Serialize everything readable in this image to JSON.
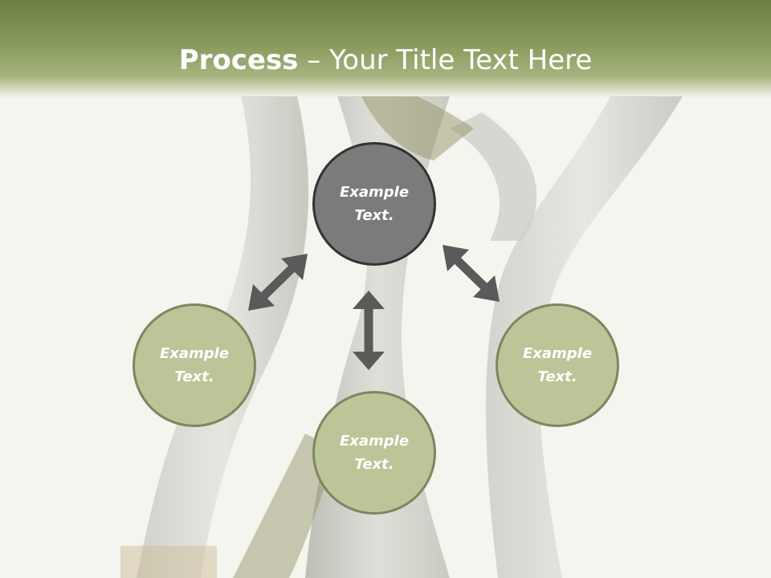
{
  "title": {
    "bold": "Process",
    "rest": " – Your Title Text Here"
  },
  "nodes": {
    "center": {
      "label": "Example\nText."
    },
    "left": {
      "label": "Example\nText."
    },
    "bottom": {
      "label": "Example\nText."
    },
    "right": {
      "label": "Example\nText."
    }
  },
  "colors": {
    "header": "#7d9150",
    "node_fill": "#bcc597",
    "node_border": "#7d8660",
    "center_fill": "#7b7b7b",
    "center_border": "#333333",
    "arrow": "#5a5a5a"
  }
}
